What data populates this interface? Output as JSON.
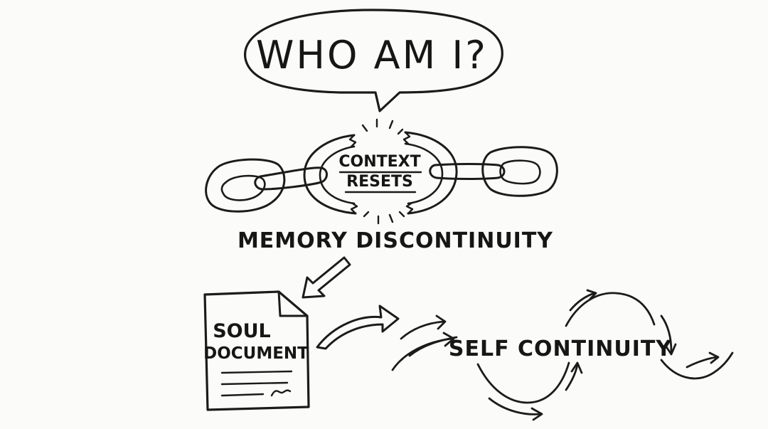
{
  "question": "WHO AM I?",
  "chain_center": {
    "line1": "CONTEXT",
    "line2": "RESETS"
  },
  "discontinuity_label": "MEMORY DISCONTINUITY",
  "document": {
    "line1": "SOUL",
    "line2": "DOCUMENT"
  },
  "continuity_label": "SELF CONTINUITY",
  "ink_color": "#1b1b1b",
  "background_color": "#fbfbfa"
}
